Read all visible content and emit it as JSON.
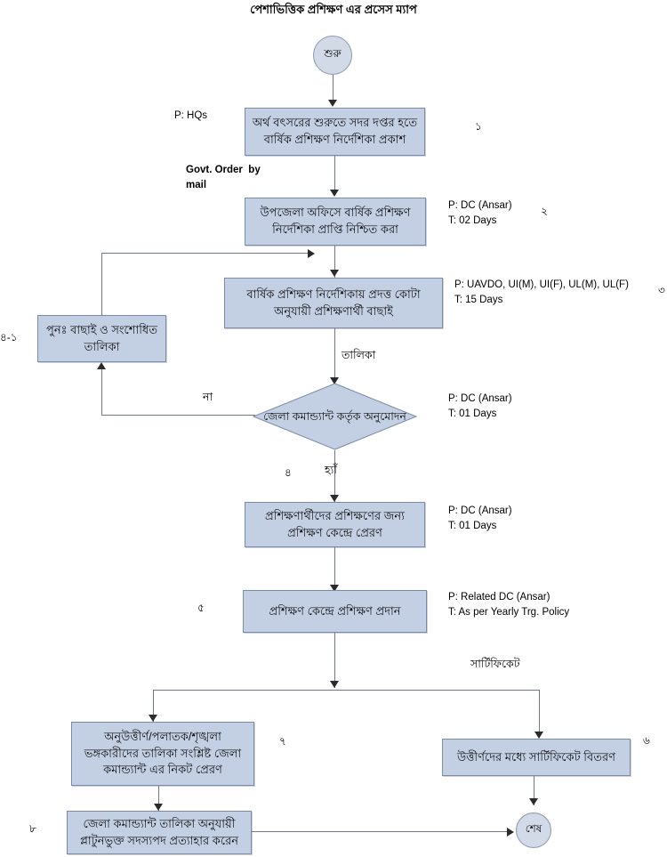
{
  "title": "পেশাভিত্তিক প্রশিক্ষণ এর প্রসেস ম্যাপ",
  "nodes": {
    "start": {
      "label": "শুরু"
    },
    "end": {
      "label": "শেষ"
    },
    "n1": {
      "label": "অর্থ বৎসরের শুরুতে সদর দপ্তর হতে বার্ষিক প্রশিক্ষণ নির্দেশিকা প্রকাশ",
      "step": "১"
    },
    "n2": {
      "label": "উপজেলা অফিসে বার্ষিক প্রশিক্ষণ নির্দেশিকা প্রাপ্তি নিশ্চিত করা",
      "step": "২"
    },
    "n3": {
      "label": "বার্ষিক প্রশিক্ষণ নির্দেশিকায় প্রদত্ত কোটা অনুযায়ী প্রশিক্ষণার্থী বাছাই",
      "step": "৩"
    },
    "n4": {
      "label": "জেলা কমান্ড্যান্ট কর্তৃক অনুমোদন",
      "step": "৪"
    },
    "n41": {
      "label": "পুনঃ  বাছাই ও সংশোধিত তালিকা",
      "step": "৪-১"
    },
    "n5": {
      "label": "প্রশিক্ষণার্থীদের প্রশিক্ষণের জন্য প্রশিক্ষণ কেন্দ্রে প্রেরণ"
    },
    "n6": {
      "label": "প্রশিক্ষণ কেন্দ্রে প্রশিক্ষণ প্রদান",
      "step": "৫"
    },
    "n7": {
      "label": "অনুউত্তীর্ণ/পলাতক/শৃঙ্খলা ভঙ্গকারীদের তালিকা সংশ্লিষ্ট  জেলা কমান্ড্যান্ট এর নিকট প্রেরণ",
      "step": "৭"
    },
    "n8": {
      "label": "উত্তীর্ণদের মধ্যে সার্টিফিকেট বিতরণ",
      "step": "৬"
    },
    "n9": {
      "label": "জেলা কমান্ড্যান্ট তালিকা অনুযায়ী প্লাটুনভুক্ত সদস্যপদ প্রত্যাহার করেন",
      "step": "৮"
    }
  },
  "annotations": {
    "p_hqs": "P: HQs",
    "govt_order": "Govt. Order  by\nmail",
    "p_dc_ansar_02": "P: DC (Ansar)\nT: 02 Days",
    "p_uavdo_15": "P: UAVDO, UI(M), UI(F), UL(M), UL(F)\nT: 15 Days",
    "p_dc_ansar_01a": "P: DC (Ansar)\nT: 01 Days",
    "p_dc_ansar_01b": "P: DC (Ansar)\nT: 01 Days",
    "p_related_dc": "P: Related DC (Ansar)\nT: As per Yearly Trg. Policy",
    "talika": "তালিকা",
    "na": "না",
    "hyan": "হ্যাঁ",
    "certificate": "সার্টিফিকেট"
  },
  "colors": {
    "node_fill": "#c3cfe3",
    "node_border": "#7a8aa8",
    "oval_fill": "#d2d9e7",
    "oval_border": "#8c98ad",
    "line": "#6f7787",
    "arrow": "#2b2b2b",
    "text": "#000000",
    "background": "#ffffff"
  }
}
